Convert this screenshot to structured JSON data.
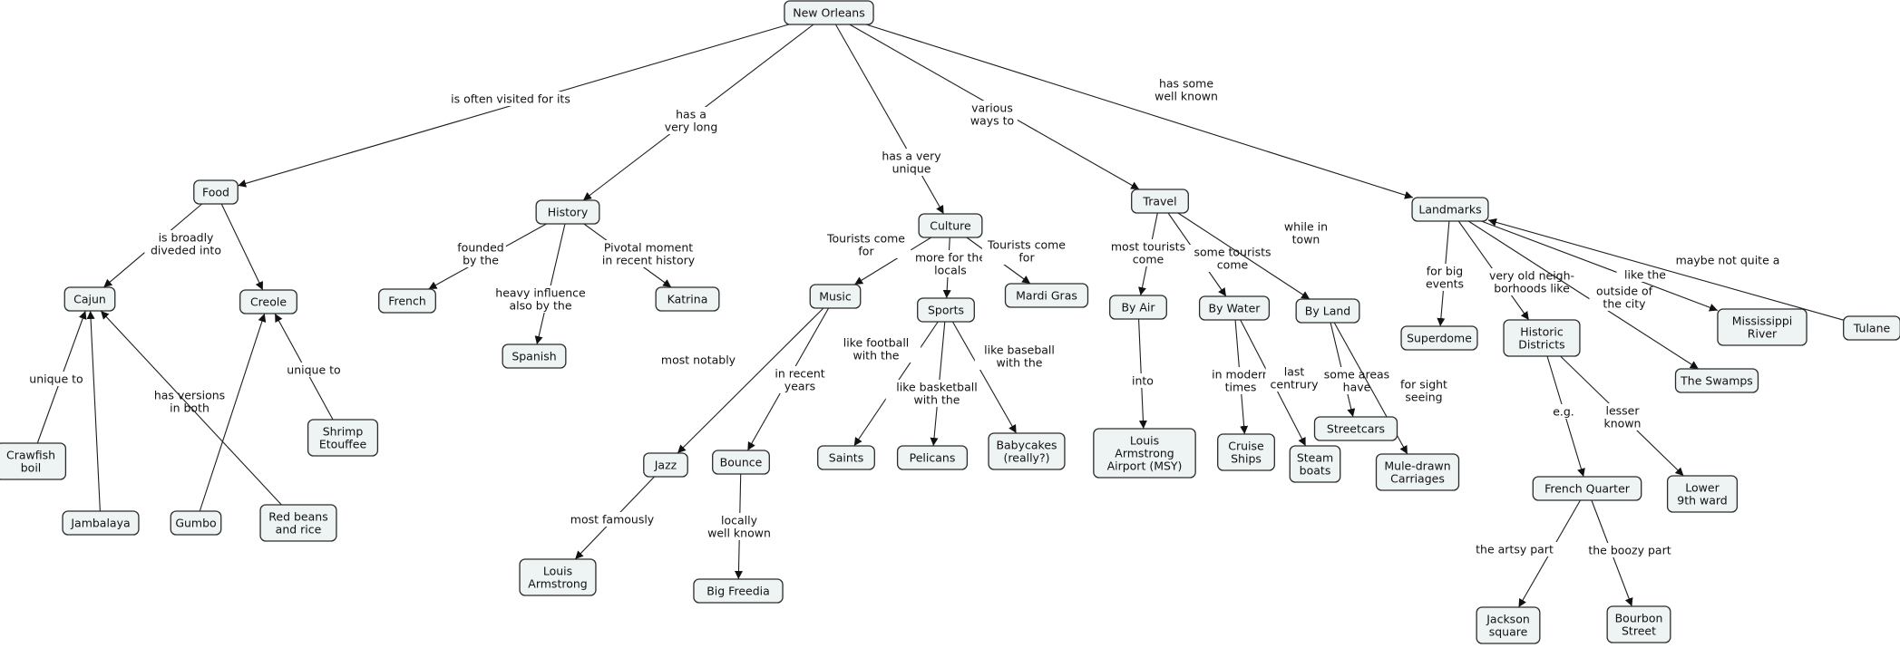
{
  "concept_map": {
    "nodes": [
      {
        "id": "new_orleans",
        "label": [
          "New Orleans"
        ]
      },
      {
        "id": "food",
        "label": [
          "Food"
        ]
      },
      {
        "id": "history",
        "label": [
          "History"
        ]
      },
      {
        "id": "culture",
        "label": [
          "Culture"
        ]
      },
      {
        "id": "travel",
        "label": [
          "Travel"
        ]
      },
      {
        "id": "landmarks",
        "label": [
          "Landmarks"
        ]
      },
      {
        "id": "cajun",
        "label": [
          "Cajun"
        ]
      },
      {
        "id": "creole",
        "label": [
          "Creole"
        ]
      },
      {
        "id": "crawfish",
        "label": [
          "Crawfish",
          "boil"
        ]
      },
      {
        "id": "shrimp",
        "label": [
          "Shrimp",
          "Etouffee"
        ]
      },
      {
        "id": "jambalaya",
        "label": [
          "Jambalaya"
        ]
      },
      {
        "id": "gumbo",
        "label": [
          "Gumbo"
        ]
      },
      {
        "id": "redbeans",
        "label": [
          "Red beans",
          "and rice"
        ]
      },
      {
        "id": "french",
        "label": [
          "French"
        ]
      },
      {
        "id": "spanish",
        "label": [
          "Spanish"
        ]
      },
      {
        "id": "katrina",
        "label": [
          "Katrina"
        ]
      },
      {
        "id": "music",
        "label": [
          "Music"
        ]
      },
      {
        "id": "sports",
        "label": [
          "Sports"
        ]
      },
      {
        "id": "mardigras",
        "label": [
          "Mardi Gras"
        ]
      },
      {
        "id": "jazz",
        "label": [
          "Jazz"
        ]
      },
      {
        "id": "bounce",
        "label": [
          "Bounce"
        ]
      },
      {
        "id": "louis",
        "label": [
          "Louis",
          "Armstrong"
        ]
      },
      {
        "id": "bigfreedia",
        "label": [
          "Big Freedia"
        ]
      },
      {
        "id": "saints",
        "label": [
          "Saints"
        ]
      },
      {
        "id": "pelicans",
        "label": [
          "Pelicans"
        ]
      },
      {
        "id": "babycakes",
        "label": [
          "Babycakes",
          "(really?)"
        ]
      },
      {
        "id": "byair",
        "label": [
          "By Air"
        ]
      },
      {
        "id": "bywater",
        "label": [
          "By Water"
        ]
      },
      {
        "id": "byland",
        "label": [
          "By Land"
        ]
      },
      {
        "id": "airport",
        "label": [
          "Louis",
          "Armstrong",
          "Airport (MSY)"
        ]
      },
      {
        "id": "cruise",
        "label": [
          "Cruise",
          "Ships"
        ]
      },
      {
        "id": "steamboats",
        "label": [
          "Steam",
          "boats"
        ]
      },
      {
        "id": "streetcars",
        "label": [
          "Streetcars"
        ]
      },
      {
        "id": "mule",
        "label": [
          "Mule-drawn",
          "Carriages"
        ]
      },
      {
        "id": "superdome",
        "label": [
          "Superdome"
        ]
      },
      {
        "id": "historic",
        "label": [
          "Historic",
          "Districts"
        ]
      },
      {
        "id": "river",
        "label": [
          "Mississippi",
          "River"
        ]
      },
      {
        "id": "swamps",
        "label": [
          "The Swamps"
        ]
      },
      {
        "id": "tulane",
        "label": [
          "Tulane"
        ]
      },
      {
        "id": "quarter",
        "label": [
          "French Quarter"
        ]
      },
      {
        "id": "ninth",
        "label": [
          "Lower",
          "9th ward"
        ]
      },
      {
        "id": "jackson",
        "label": [
          "Jackson",
          "square"
        ]
      },
      {
        "id": "bourbon",
        "label": [
          "Bourbon",
          "Street"
        ]
      }
    ],
    "edges": [
      {
        "from": "new_orleans",
        "to": "food",
        "label": [
          "is often visited for its"
        ]
      },
      {
        "from": "new_orleans",
        "to": "history",
        "label": [
          "has a",
          "very long"
        ]
      },
      {
        "from": "new_orleans",
        "to": "culture",
        "label": [
          "has a very",
          "unique"
        ]
      },
      {
        "from": "new_orleans",
        "to": "travel",
        "label": [
          "various",
          "ways to"
        ]
      },
      {
        "from": "new_orleans",
        "to": "landmarks",
        "label": [
          "has some",
          "well known"
        ]
      },
      {
        "from": "food",
        "to": "cajun",
        "label": [
          "is broadly",
          "diveded into"
        ]
      },
      {
        "from": "food",
        "to": "creole",
        "label": []
      },
      {
        "from": "crawfish",
        "to": "cajun",
        "label": [
          "unique to"
        ]
      },
      {
        "from": "shrimp",
        "to": "creole",
        "label": [
          "unique to"
        ]
      },
      {
        "from": "jambalaya",
        "to": "cajun",
        "label": [
          "has versions",
          "in both"
        ]
      },
      {
        "from": "gumbo",
        "to": "creole",
        "label": []
      },
      {
        "from": "redbeans",
        "to": "cajun",
        "label": []
      },
      {
        "from": "history",
        "to": "french",
        "label": [
          "founded",
          "by the"
        ]
      },
      {
        "from": "history",
        "to": "spanish",
        "label": [
          "heavy influence",
          "also by the"
        ]
      },
      {
        "from": "history",
        "to": "katrina",
        "label": [
          "Pivotal moment",
          "in recent history"
        ]
      },
      {
        "from": "culture",
        "to": "music",
        "label": [
          "Tourists come",
          "for"
        ]
      },
      {
        "from": "culture",
        "to": "sports",
        "label": [
          "more for the",
          "locals"
        ]
      },
      {
        "from": "culture",
        "to": "mardigras",
        "label": [
          "Tourists come",
          "for"
        ]
      },
      {
        "from": "music",
        "to": "jazz",
        "label": [
          "most notably"
        ]
      },
      {
        "from": "music",
        "to": "bounce",
        "label": [
          "in recent",
          "years"
        ]
      },
      {
        "from": "jazz",
        "to": "louis",
        "label": [
          "most famously"
        ]
      },
      {
        "from": "bounce",
        "to": "bigfreedia",
        "label": [
          "locally",
          "well known"
        ]
      },
      {
        "from": "sports",
        "to": "saints",
        "label": [
          "like football",
          "with the"
        ]
      },
      {
        "from": "sports",
        "to": "pelicans",
        "label": [
          "like basketball",
          "with the"
        ]
      },
      {
        "from": "sports",
        "to": "babycakes",
        "label": [
          "like baseball",
          "with the"
        ]
      },
      {
        "from": "travel",
        "to": "byair",
        "label": [
          "most tourists",
          "come"
        ]
      },
      {
        "from": "travel",
        "to": "bywater",
        "label": [
          "some tourists",
          "come"
        ]
      },
      {
        "from": "travel",
        "to": "byland",
        "label": [
          "while in",
          "town"
        ]
      },
      {
        "from": "byair",
        "to": "airport",
        "label": [
          "into"
        ]
      },
      {
        "from": "bywater",
        "to": "cruise",
        "label": [
          "in modern",
          "times"
        ]
      },
      {
        "from": "bywater",
        "to": "steamboats",
        "label": [
          "last",
          "centrury"
        ]
      },
      {
        "from": "byland",
        "to": "streetcars",
        "label": [
          "some areas",
          "have"
        ]
      },
      {
        "from": "byland",
        "to": "mule",
        "label": [
          "for sight",
          "seeing"
        ]
      },
      {
        "from": "landmarks",
        "to": "superdome",
        "label": [
          "for big",
          "events"
        ]
      },
      {
        "from": "landmarks",
        "to": "historic",
        "label": [
          "very old neigh-",
          "borhoods like"
        ]
      },
      {
        "from": "landmarks",
        "to": "swamps",
        "label": [
          "outside of",
          "the city"
        ]
      },
      {
        "from": "landmarks",
        "to": "river",
        "label": [
          "like the"
        ]
      },
      {
        "from": "tulane",
        "to": "landmarks",
        "label": [
          "maybe not quite a"
        ]
      },
      {
        "from": "historic",
        "to": "quarter",
        "label": [
          "e.g."
        ]
      },
      {
        "from": "historic",
        "to": "ninth",
        "label": [
          "lesser",
          "known"
        ]
      },
      {
        "from": "quarter",
        "to": "jackson",
        "label": [
          "the artsy part"
        ]
      },
      {
        "from": "quarter",
        "to": "bourbon",
        "label": [
          "the boozy part"
        ]
      }
    ]
  }
}
